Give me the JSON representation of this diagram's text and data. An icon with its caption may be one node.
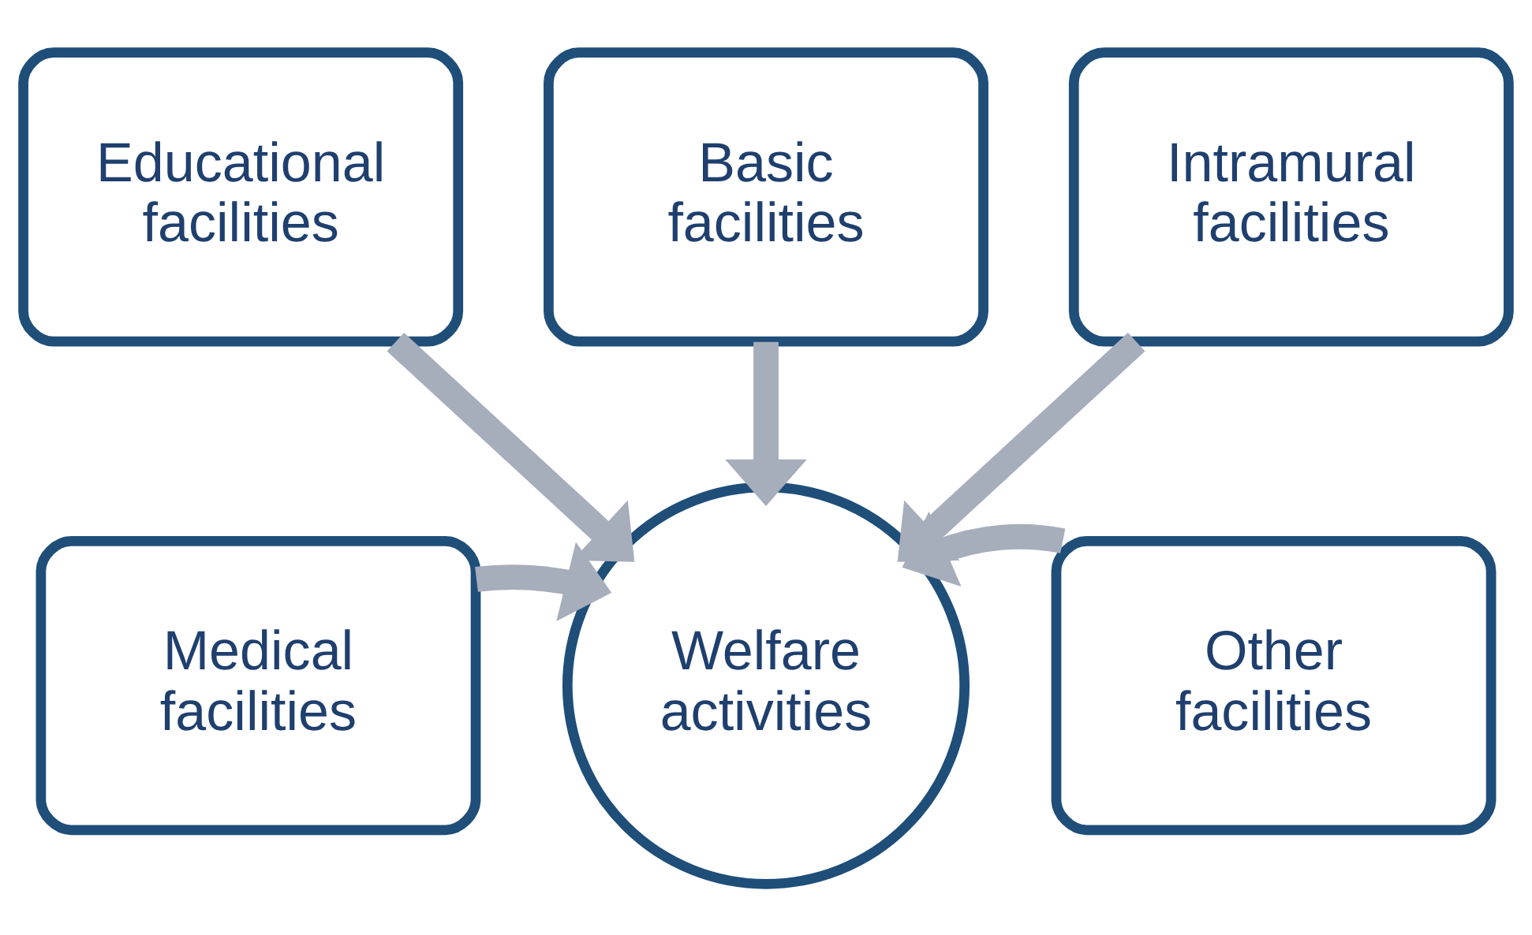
{
  "diagram": {
    "nodes": [
      {
        "text": [
          "Basic facilities"
        ]
      },
      {
        "text": [
          "Educational facilities"
        ]
      },
      {
        "text": [
          "Intramural facilities"
        ]
      },
      {
        "text": [
          "Medical facilities"
        ]
      },
      {
        "text": [
          "Welfare activities"
        ]
      },
      {
        "text": [
          "Other facilities"
        ]
      }
    ],
    "edges": [
      {
        "from": 1,
        "to": 4,
        "arrow": "to"
      },
      {
        "from": 0,
        "to": 4,
        "arrow": "to"
      },
      {
        "from": 2,
        "to": 4,
        "arrow": "to"
      },
      {
        "from": 3,
        "to": 4,
        "arrow": "to"
      },
      {
        "from": 5,
        "to": 4,
        "arrow": "to"
      }
    ]
  }
}
